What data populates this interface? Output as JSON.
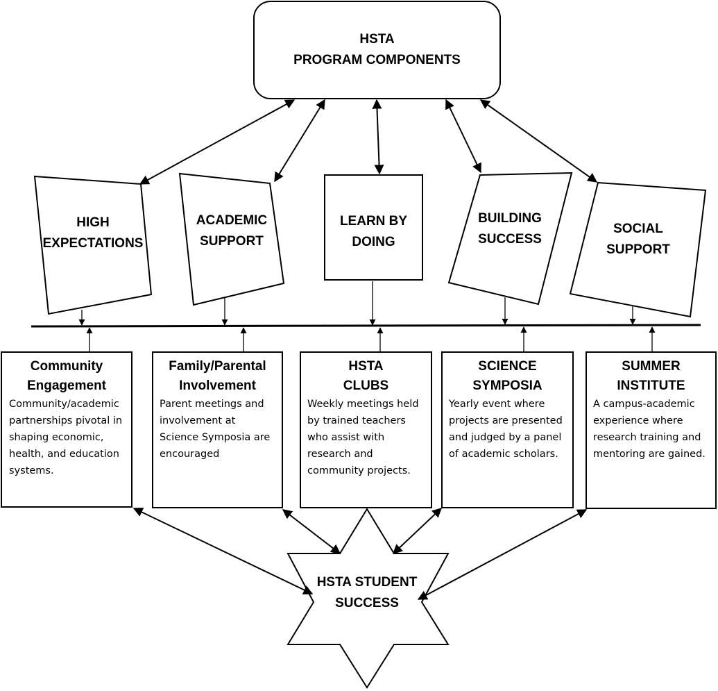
{
  "top": {
    "line1": "HSTA",
    "line2": "PROGRAM COMPONENTS"
  },
  "components": [
    {
      "line1": "HIGH",
      "line2": "EXPECTATIONS"
    },
    {
      "line1": "ACADEMIC",
      "line2": "SUPPORT"
    },
    {
      "line1": "LEARN BY",
      "line2": "DOING"
    },
    {
      "line1": "BUILDING",
      "line2": "SUCCESS"
    },
    {
      "line1": "SOCIAL",
      "line2": "SUPPORT"
    }
  ],
  "activities": [
    {
      "title1": "Community",
      "title2": "Engagement",
      "text": "Community/academic partnerships pivotal in shaping economic, health, and education systems."
    },
    {
      "title1": "Family/Parental",
      "title2": "Involvement",
      "text": "Parent meetings and involvement at Science Symposia are encouraged"
    },
    {
      "title1": "HSTA",
      "title2": "CLUBS",
      "text": "Weekly meetings held by trained teachers who assist with research and community projects."
    },
    {
      "title1": "SCIENCE",
      "title2": "SYMPOSIA",
      "text": "Yearly event where projects are presented and judged by a panel of academic scholars."
    },
    {
      "title1": "SUMMER",
      "title2": "INSTITUTE",
      "text": "A campus-academic experience where research training and mentoring are gained."
    }
  ],
  "outcome": {
    "line1": "HSTA STUDENT",
    "line2": "SUCCESS"
  }
}
